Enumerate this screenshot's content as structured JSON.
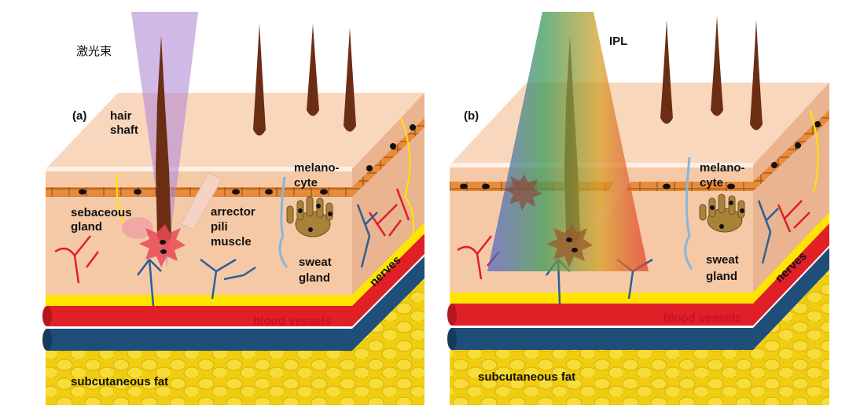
{
  "panel_a": {
    "tag": "(a)",
    "beam_label": "激光束",
    "labels": {
      "hair_line1": "hair",
      "hair_line2": "shaft",
      "sebaceous_line1": "sebaceous",
      "sebaceous_line2": "gland",
      "arrector_line1": "arrector",
      "arrector_line2": "pili",
      "arrector_line3": "muscle",
      "melano_line1": "melano-",
      "melano_line2": "cyte",
      "sweat_line1": "sweat",
      "sweat_line2": "gland",
      "nerves": "nerves",
      "blood_vessels": "blood vessels",
      "fat": "subcutaneous fat"
    }
  },
  "panel_b": {
    "tag": "(b)",
    "beam_label": "IPL",
    "labels": {
      "melano_line1": "melano-",
      "melano_line2": "cyte",
      "sweat_line1": "sweat",
      "sweat_line2": "gland",
      "nerves": "nerves",
      "blood_vessels": "blood vessels",
      "fat": "subcutaneous fat"
    }
  },
  "colors": {
    "skin": "#f6c9a6",
    "skin_top": "#f9d7bd",
    "epidermis_cells": "#e88b3a",
    "blood_red": "#e01f26",
    "blood_blue": "#1f4e79",
    "fat_yellow": "#f3d21a",
    "nerve_yellow": "#ffe400",
    "hair_brown": "#6b2d14",
    "laser_purple": "#b28ad6"
  }
}
